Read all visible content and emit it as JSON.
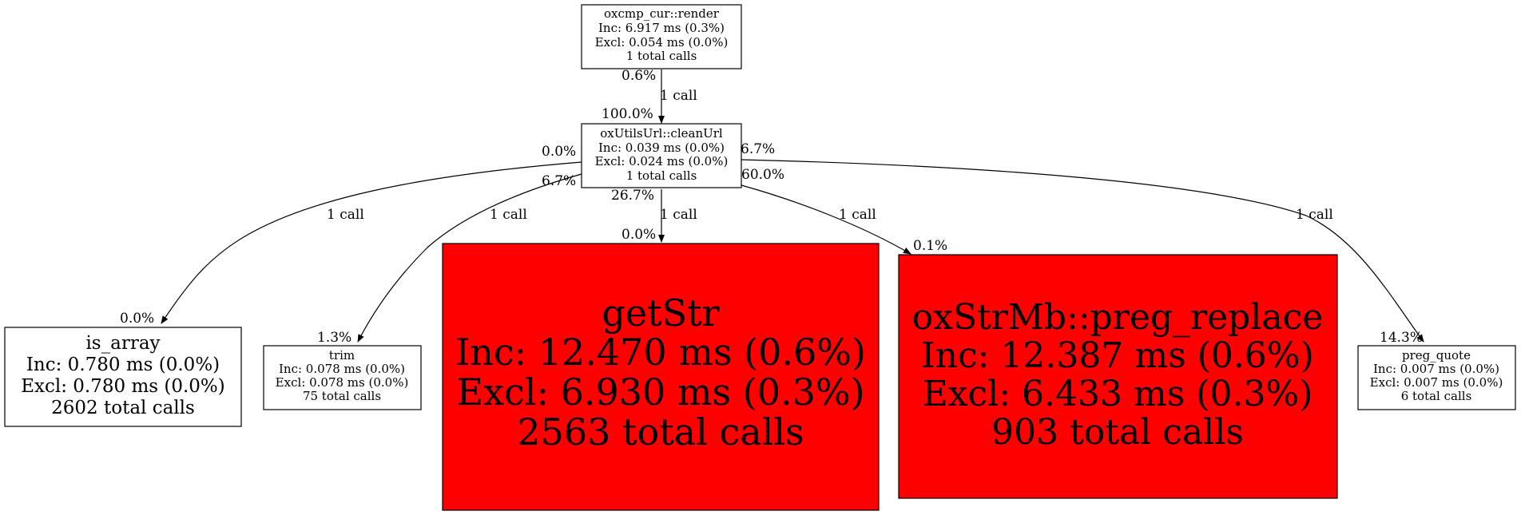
{
  "graph": {
    "nodes": {
      "render": {
        "title": "oxcmp_cur::render",
        "inc": "Inc: 6.917 ms (0.3%)",
        "excl": "Excl: 0.054 ms (0.0%)",
        "calls": "1 total calls",
        "fill": "#ffffff"
      },
      "cleanurl": {
        "title": "oxUtilsUrl::cleanUrl",
        "inc": "Inc: 0.039 ms (0.0%)",
        "excl": "Excl: 0.024 ms (0.0%)",
        "calls": "1 total calls",
        "fill": "#ffffff"
      },
      "is_array": {
        "title": "is_array",
        "inc": "Inc: 0.780 ms (0.0%)",
        "excl": "Excl: 0.780 ms (0.0%)",
        "calls": "2602 total calls",
        "fill": "#ffffff"
      },
      "trim": {
        "title": "trim",
        "inc": "Inc: 0.078 ms (0.0%)",
        "excl": "Excl: 0.078 ms (0.0%)",
        "calls": "75 total calls",
        "fill": "#ffffff"
      },
      "getstr": {
        "title": "getStr",
        "inc": "Inc: 12.470 ms (0.6%)",
        "excl": "Excl: 6.930 ms (0.3%)",
        "calls": "2563 total calls",
        "fill": "#ff0000"
      },
      "preg_replace": {
        "title": "oxStrMb::preg_replace",
        "inc": "Inc: 12.387 ms (0.6%)",
        "excl": "Excl: 6.433 ms (0.3%)",
        "calls": "903 total calls",
        "fill": "#ff0000"
      },
      "preg_quote": {
        "title": "preg_quote",
        "inc": "Inc: 0.007 ms (0.0%)",
        "excl": "Excl: 0.007 ms (0.0%)",
        "calls": "6 total calls",
        "fill": "#ffffff"
      }
    },
    "edges": {
      "render_cleanurl": {
        "label": "1 call",
        "tail_pct": "0.6%",
        "head_pct": "100.0%"
      },
      "cleanurl_is_array": {
        "label": "1 call",
        "tail_pct": "0.0%",
        "head_pct": "0.0%"
      },
      "cleanurl_trim": {
        "label": "1 call",
        "tail_pct": "6.7%",
        "head_pct": "1.3%"
      },
      "cleanurl_getstr": {
        "label": "1 call",
        "tail_pct": "26.7%",
        "head_pct": "0.0%"
      },
      "cleanurl_preg_replace": {
        "label": "1 call",
        "tail_pct": "60.0%",
        "head_pct": "0.1%"
      },
      "cleanurl_preg_quote": {
        "label": "1 call",
        "tail_pct": "6.7%",
        "head_pct": "14.3%"
      }
    }
  }
}
